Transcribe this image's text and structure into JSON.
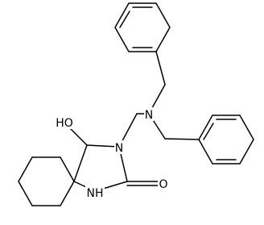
{
  "molecule": {
    "labels": {
      "hydroxyl": "HO",
      "ring_n3": "N",
      "amine_n": "N",
      "ring_nh": "NH",
      "carbonyl_o": "O"
    }
  },
  "colors": {
    "bond": "#000000",
    "text": "#000000",
    "background": "#ffffff"
  }
}
